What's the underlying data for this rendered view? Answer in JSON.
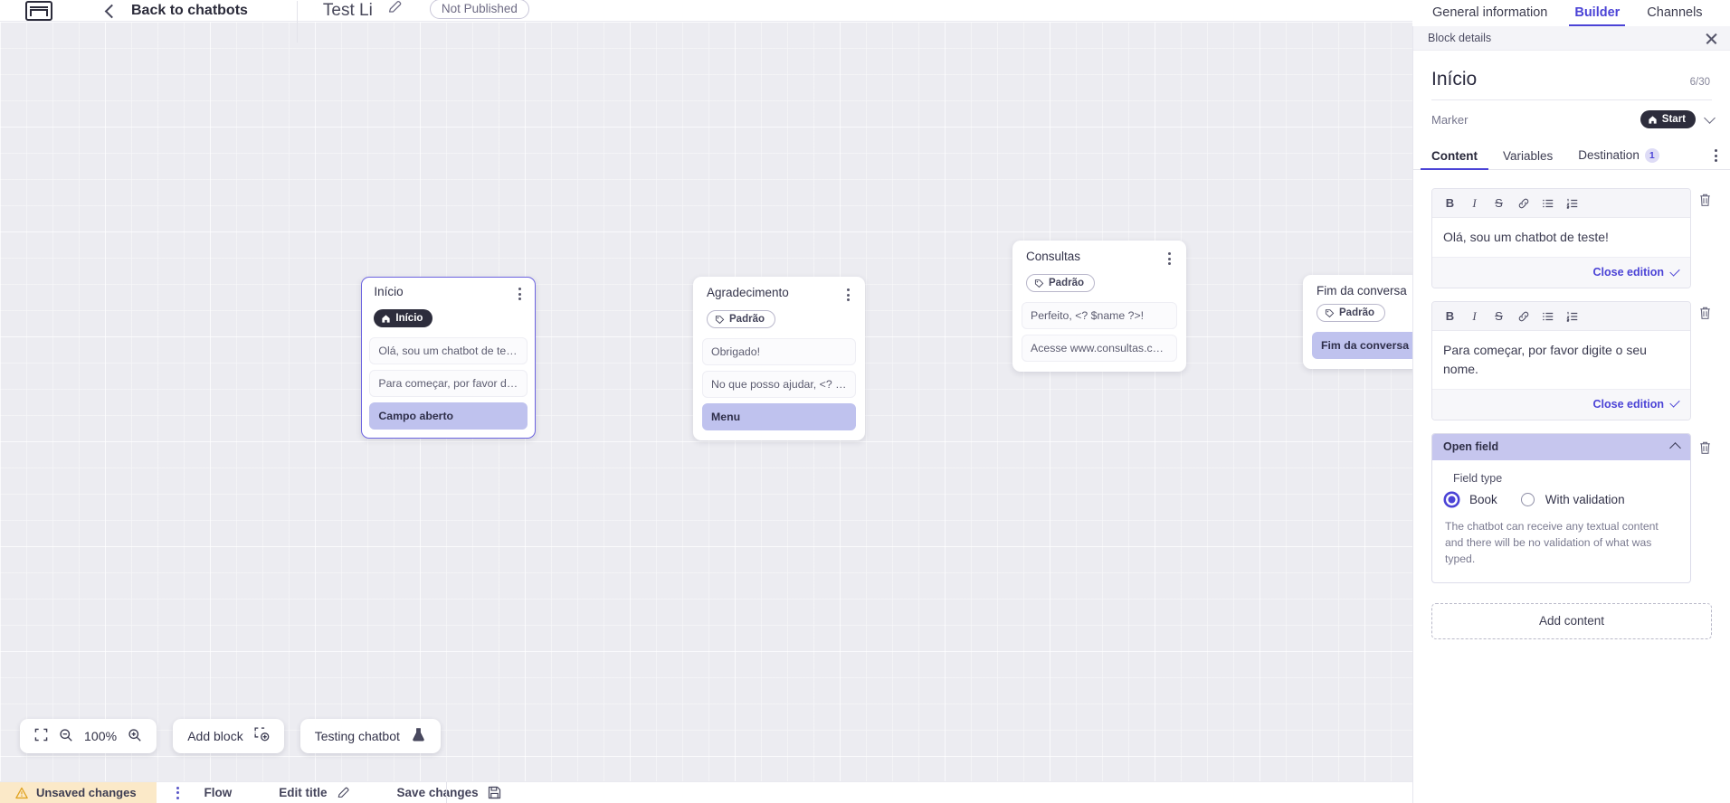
{
  "header": {
    "back_label": "Back to chatbots",
    "bot_title": "Test Li",
    "publish_status": "Not Published",
    "logo_icon": "app-logo-icon",
    "edit_icon": "pencil-icon",
    "back_icon": "chevron-left-icon"
  },
  "top_tabs": [
    {
      "label": "General information",
      "active": false
    },
    {
      "label": "Builder",
      "active": true
    },
    {
      "label": "Channels",
      "active": false
    }
  ],
  "canvas": {
    "zoom_level": "100%",
    "fit_icon": "fit-screen-icon",
    "zoom_out_icon": "zoom-out-icon",
    "zoom_in_icon": "zoom-in-icon",
    "add_block_label": "Add block",
    "add_block_icon": "add-block-icon",
    "testing_label": "Testing chatbot",
    "testing_icon": "flask-icon",
    "nodes": [
      {
        "id": "inicio",
        "title": "Início",
        "badge": {
          "label": "Início",
          "type": "start",
          "icon": "home-icon"
        },
        "selected": true,
        "rows": [
          {
            "text": "Olá, sou um chatbot de teste!",
            "highlight": false
          },
          {
            "text": "Para começar, por favor digite o ...",
            "highlight": false
          },
          {
            "text": "Campo aberto",
            "highlight": true
          }
        ]
      },
      {
        "id": "agradecimento",
        "title": "Agradecimento",
        "badge": {
          "label": "Padrão",
          "type": "default",
          "icon": "tag-icon"
        },
        "selected": false,
        "rows": [
          {
            "text": "Obrigado!",
            "highlight": false
          },
          {
            "text": "No que posso ajudar, <? $name ...",
            "highlight": false
          },
          {
            "text": "Menu",
            "highlight": true
          }
        ]
      },
      {
        "id": "consultas",
        "title": "Consultas",
        "badge": {
          "label": "Padrão",
          "type": "default",
          "icon": "tag-icon"
        },
        "selected": false,
        "rows": [
          {
            "text": "Perfeito, <? $name ?>!",
            "highlight": false
          },
          {
            "text": "Acesse www.consultas.com par...",
            "highlight": false
          }
        ]
      },
      {
        "id": "fim",
        "title": "Fim da conversa",
        "badge": {
          "label": "Padrão",
          "type": "default",
          "icon": "tag-icon"
        },
        "selected": false,
        "rows": [
          {
            "text": "Fim da conversa",
            "highlight": true
          }
        ]
      }
    ]
  },
  "status_bar": {
    "unsaved_label": "Unsaved changes",
    "warning_icon": "warning-triangle-icon",
    "kebab_icon": "kebab-menu-icon",
    "flow_label": "Flow",
    "edit_title_label": "Edit title",
    "edit_title_icon": "pencil-icon",
    "save_label": "Save changes",
    "save_icon": "save-disk-icon"
  },
  "panel": {
    "bar_title": "Block details",
    "close_icon": "close-icon",
    "block_title": "Início",
    "char_count": "6/30",
    "marker_label": "Marker",
    "marker_value": "Start",
    "marker_icon": "home-icon",
    "marker_chevron": "chevron-down-icon",
    "tabs": [
      {
        "label": "Content",
        "active": true,
        "badge": null
      },
      {
        "label": "Variables",
        "active": false,
        "badge": null
      },
      {
        "label": "Destination",
        "active": false,
        "badge": "1"
      }
    ],
    "overflow_icon": "kebab-menu-icon",
    "toolbar_icons": [
      {
        "name": "bold-icon",
        "glyph": "B"
      },
      {
        "name": "italic-icon",
        "glyph": "I"
      },
      {
        "name": "strikethrough-icon",
        "glyph": "S"
      },
      {
        "name": "link-icon",
        "glyph": "link"
      },
      {
        "name": "bullet-list-icon",
        "glyph": "list"
      },
      {
        "name": "numbered-list-icon",
        "glyph": "numlist"
      }
    ],
    "editors": [
      {
        "text": "Olá, sou um chatbot de teste!",
        "close_label": "Close edition",
        "delete_icon": "trash-icon"
      },
      {
        "text": "Para começar, por favor digite o seu nome.",
        "close_label": "Close edition",
        "delete_icon": "trash-icon"
      }
    ],
    "open_field": {
      "title": "Open field",
      "collapse_icon": "chevron-up-icon",
      "delete_icon": "trash-icon",
      "field_type_label": "Field type",
      "options": [
        {
          "label": "Book",
          "selected": true
        },
        {
          "label": "With validation",
          "selected": false
        }
      ],
      "description": "The chatbot can receive any textual content and there will be no validation of what was typed."
    },
    "add_content_label": "Add content"
  },
  "colors": {
    "accent": "#4b43d6",
    "selection": "#bfc2ee",
    "warning_bg": "#fbe9c8",
    "badge_dark": "#2d2d3c"
  }
}
